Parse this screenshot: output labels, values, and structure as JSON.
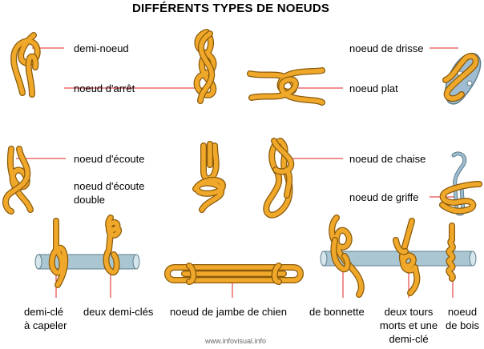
{
  "title": "DIFFÉRENTS TYPES DE NOEUDS",
  "labels": {
    "demi_noeud": "demi-noeud",
    "noeud_arret": "noeud d'arrêt",
    "noeud_drisse": "noeud de drisse",
    "noeud_plat": "noeud plat",
    "noeud_ecoute": "noeud d'écoute",
    "noeud_ecoute_double_1": "noeud d'écoute",
    "noeud_ecoute_double_2": "double",
    "noeud_chaise": "noeud de chaise",
    "noeud_griffe": "noeud de griffe",
    "demi_cle_capeler_1": "demi-clé",
    "demi_cle_capeler_2": "à capeler",
    "deux_demi_cles": "deux demi-clés",
    "jambe_de_chien": "noeud de jambe de chien",
    "bonnette": "de bonnette",
    "deux_tours_1": "deux tours",
    "deux_tours_2": "morts et une",
    "deux_tours_3": "demi-clé",
    "noeud_bois_1": "noeud",
    "noeud_bois_2": "de bois"
  },
  "footer": "www.infovisual.info",
  "colors": {
    "rope": "#f0a82a",
    "rope_outline": "#8a5a0a",
    "leader_line": "#e02020",
    "spar": "#a9c6d2",
    "spar_outline": "#5f7f8c",
    "cleat": "#9fbcd0"
  }
}
